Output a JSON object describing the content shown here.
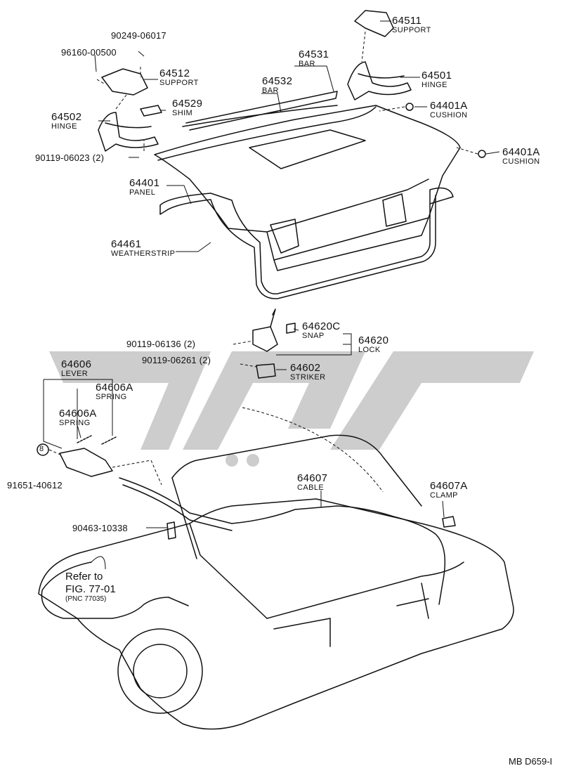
{
  "watermark_color": "#c8c8c8",
  "ink_color": "#111111",
  "parts": {
    "p64511": {
      "number": "64511",
      "name": "SUPPORT"
    },
    "p90249": {
      "number": "90249-06017"
    },
    "p96160": {
      "number": "96160-00500"
    },
    "p64531": {
      "number": "64531",
      "name": "BAR"
    },
    "p64512": {
      "number": "64512",
      "name": "SUPPORT"
    },
    "p64501": {
      "number": "64501",
      "name": "HINGE"
    },
    "p64532": {
      "number": "64532",
      "name": "BAR"
    },
    "p64529": {
      "number": "64529",
      "name": "SHIM"
    },
    "p64401a_1": {
      "number": "64401A",
      "name": "CUSHION"
    },
    "p64502": {
      "number": "64502",
      "name": "HINGE"
    },
    "p64401a_2": {
      "number": "64401A",
      "name": "CUSHION"
    },
    "p90119_06023": {
      "number": "90119-06023 (2)"
    },
    "p64401": {
      "number": "64401",
      "name": "PANEL"
    },
    "p64461": {
      "number": "64461",
      "name": "WEATHERSTRIP"
    },
    "p64620c": {
      "number": "64620C",
      "name": "SNAP"
    },
    "p64620": {
      "number": "64620",
      "name": "LOCK"
    },
    "p90119_06136": {
      "number": "90119-06136 (2)"
    },
    "p90119_06261": {
      "number": "90119-06261 (2)"
    },
    "p64602": {
      "number": "64602",
      "name": "STRIKER"
    },
    "p64606": {
      "number": "64606",
      "name": "LEVER"
    },
    "p64606a_1": {
      "number": "64606A",
      "name": "SPRING"
    },
    "p64606a_2": {
      "number": "64606A",
      "name": "SPRING"
    },
    "p91651": {
      "number": "91651-40612"
    },
    "p64607": {
      "number": "64607",
      "name": "CABLE"
    },
    "p64607a": {
      "number": "64607A",
      "name": "CLAMP"
    },
    "p90463": {
      "number": "90463-10338"
    }
  },
  "reference": {
    "line1": "Refer to",
    "line2": "FIG. 77-01",
    "line3": "(PNC 77035)"
  },
  "bolt_marker": "8",
  "diagram_code": "MB D659-I"
}
